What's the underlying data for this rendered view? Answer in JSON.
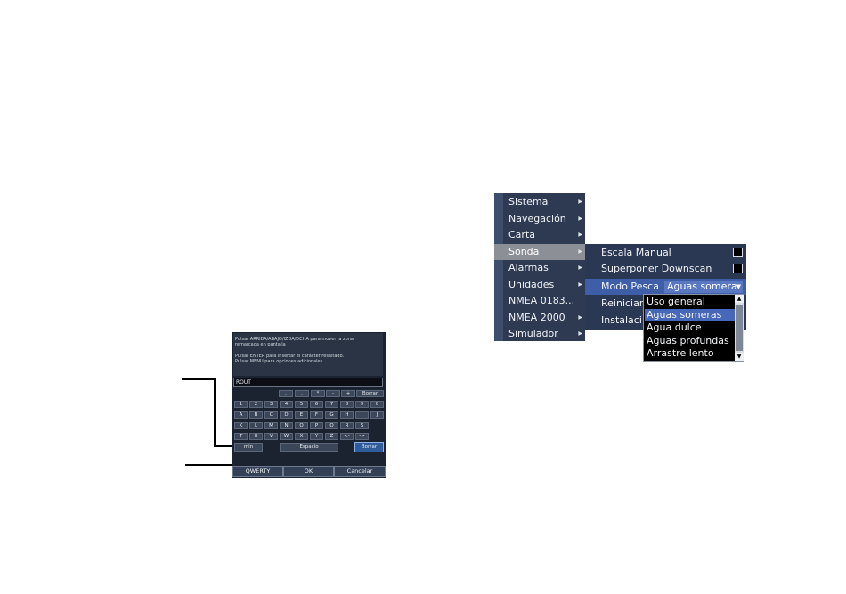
{
  "keyboard": {
    "instructions": "Pulsar ARRIBA/ABAJO/IZDA/DCHA para mover la zona\nremarcada en pantalla\n\nPulsar ENTER para insertar el carácter resaltado.\nPulsar MENU para opciones adicionales",
    "entry_text": "ROUT",
    "rows": [
      [
        ",",
        ".",
        "*",
        "-",
        "+",
        "Borrar"
      ],
      [
        "1",
        "2",
        "3",
        "4",
        "5",
        "6",
        "7",
        "8",
        "9",
        "0"
      ],
      [
        "A",
        "B",
        "C",
        "D",
        "E",
        "F",
        "G",
        "H",
        "I",
        "J"
      ],
      [
        "K",
        "L",
        "M",
        "N",
        "O",
        "P",
        "Q",
        "R",
        "S"
      ],
      [
        "T",
        "U",
        "V",
        "W",
        "X",
        "Y",
        "Z",
        "<-",
        "->"
      ]
    ],
    "bottom_row": {
      "min": "min",
      "space": "Espacio",
      "delete": "Borrar"
    },
    "softkeys": {
      "qwerty": "QWERTY",
      "ok": "OK",
      "cancel": "Cancelar"
    }
  },
  "menu": {
    "items": [
      "Sistema",
      "Navegación",
      "Carta",
      "Sonda",
      "Alarmas",
      "Unidades",
      "NMEA 0183...",
      "NMEA 2000",
      "Simulador"
    ],
    "active": "Sonda",
    "arrow": "▶"
  },
  "submenu": {
    "items": [
      {
        "label": "Escala Manual"
      },
      {
        "label": "Superponer Downscan"
      },
      {
        "label": "Modo Pesca"
      },
      {
        "label": "Reiniciar"
      },
      {
        "label": "Instalaci"
      }
    ],
    "fishing_mode_value": "Aguas somera",
    "dropdown_arrow": "▼"
  },
  "dropdown": {
    "options": [
      "Uso general",
      "Aguas someras",
      "Agua dulce",
      "Aguas profundas",
      "Arrastre lento"
    ],
    "selected": "Aguas someras",
    "scroll_up": "▲",
    "scroll_down": "▼"
  }
}
